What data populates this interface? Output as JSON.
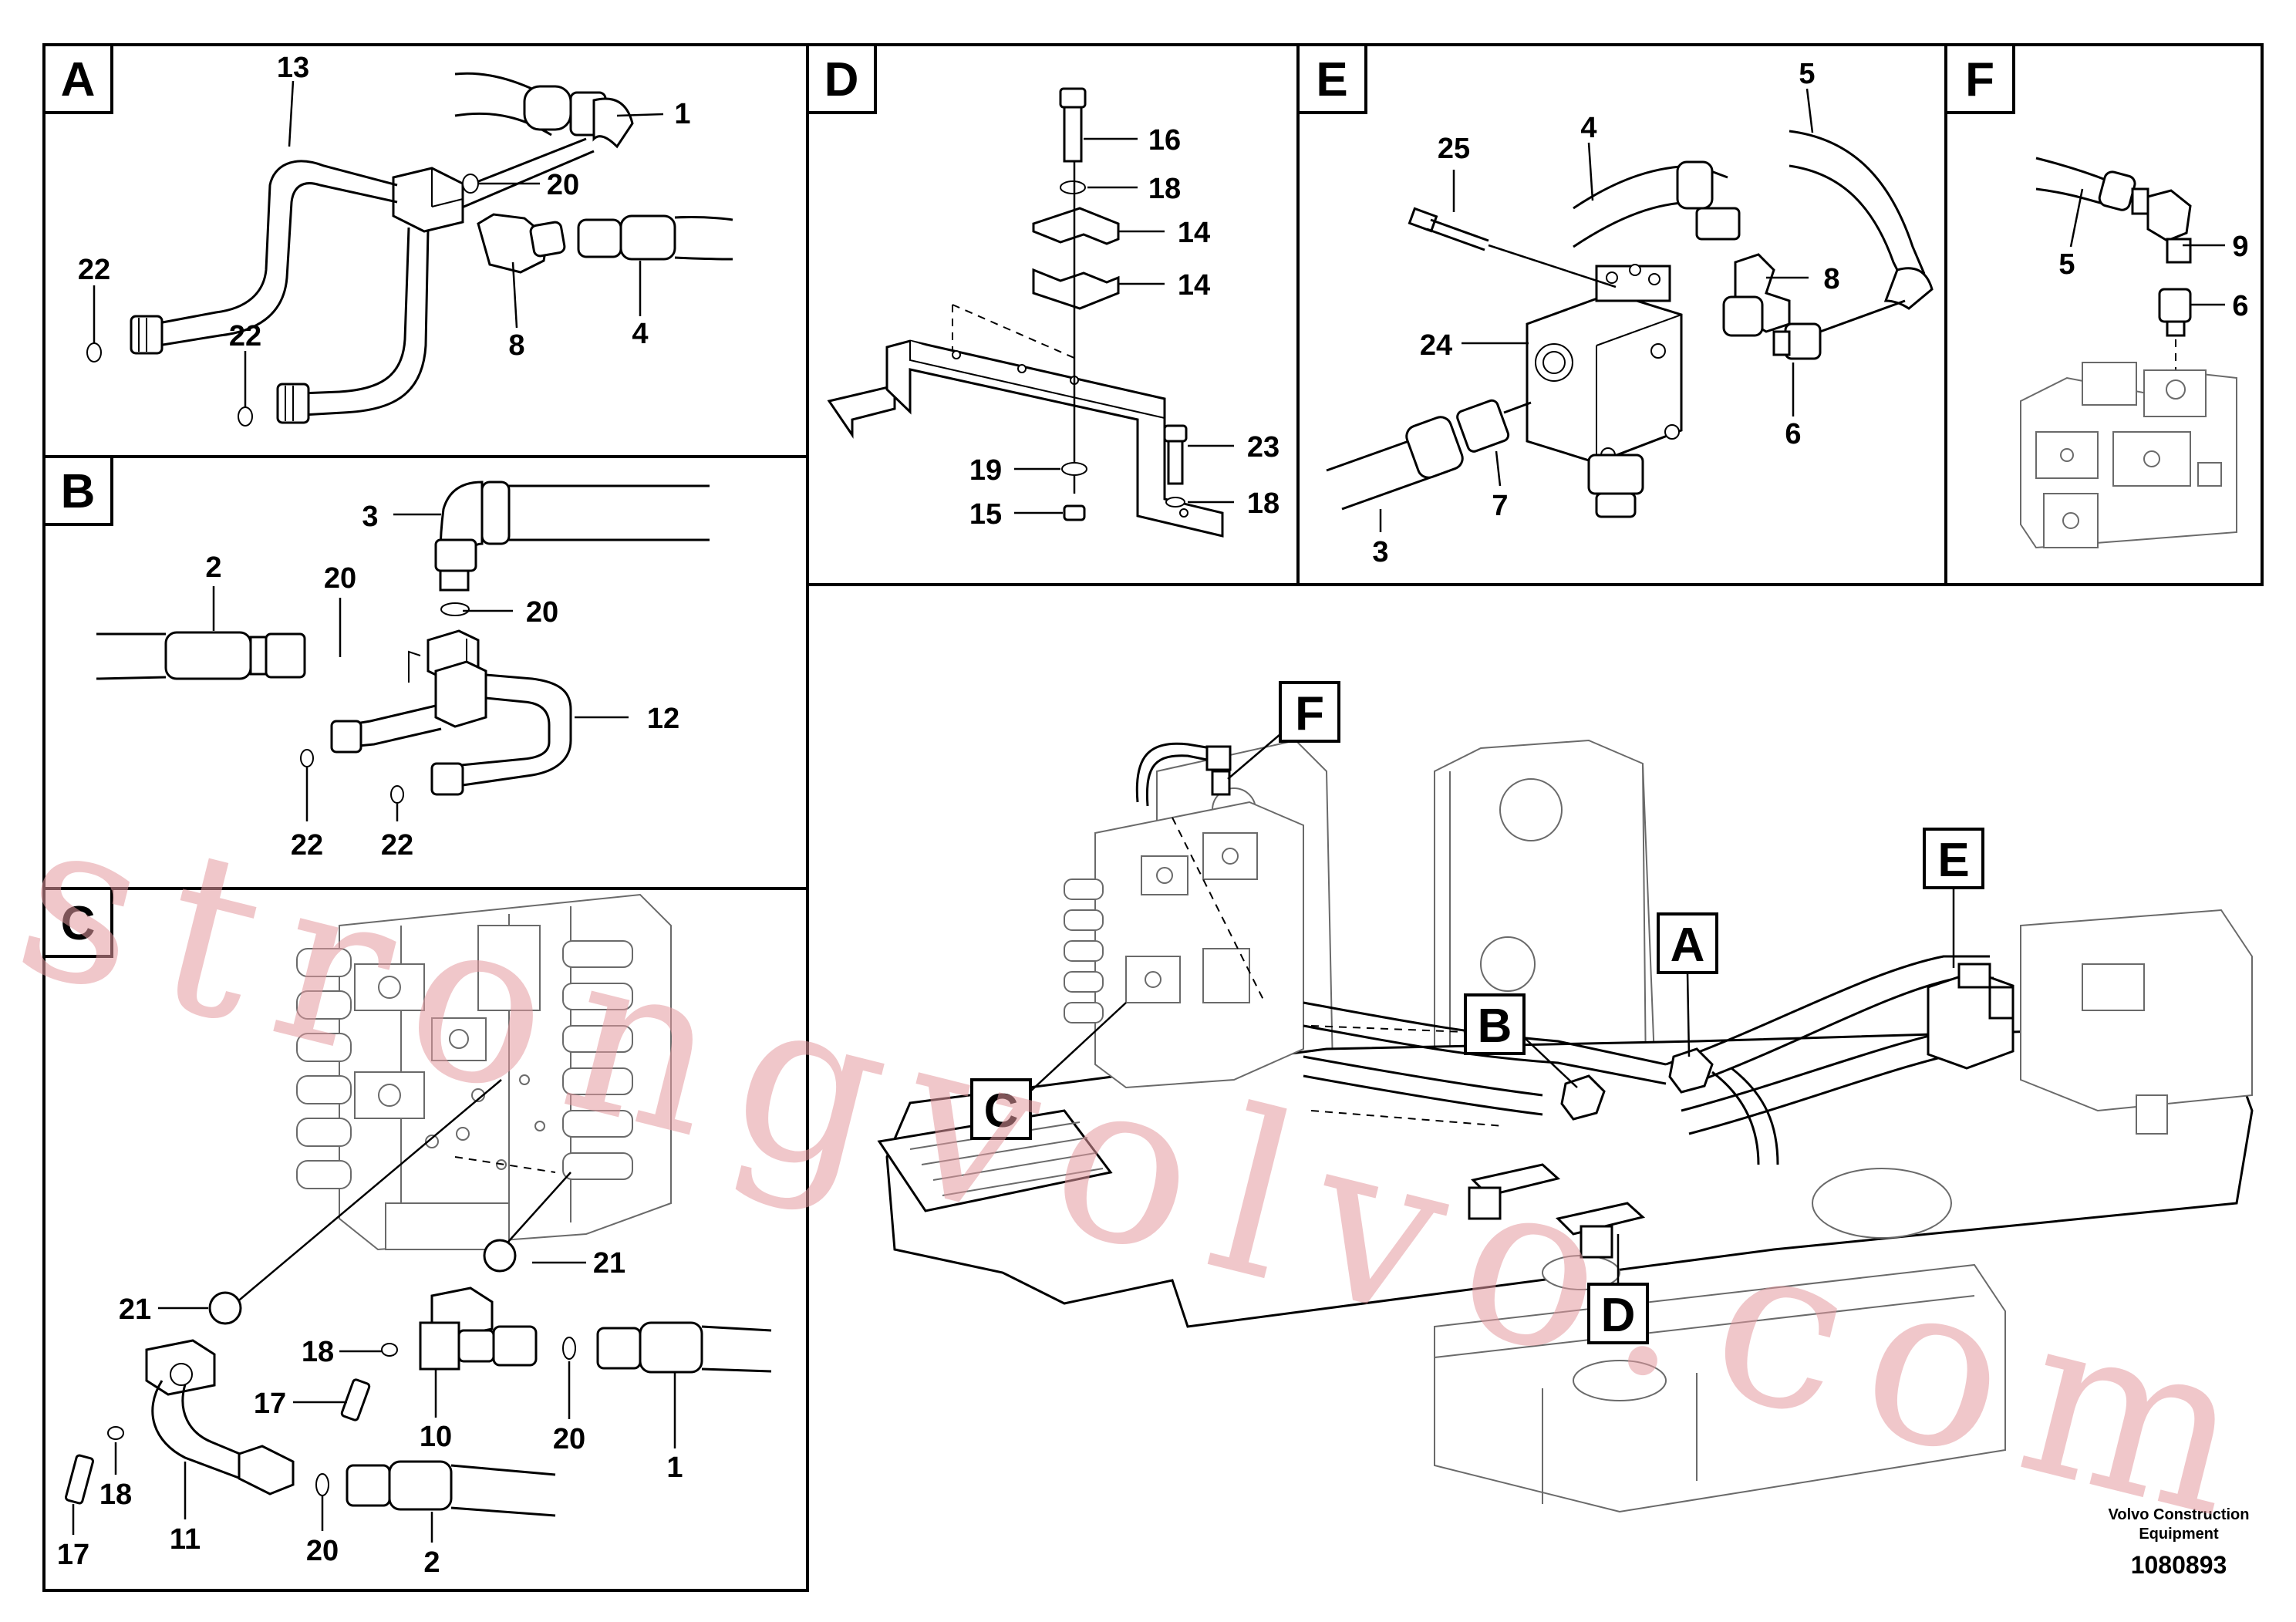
{
  "panels": {
    "A": {
      "tag": "A",
      "callouts": {
        "c13": "13",
        "c1": "1",
        "c20": "20",
        "c22a": "22",
        "c22b": "22",
        "c8": "8",
        "c4": "4"
      }
    },
    "B": {
      "tag": "B",
      "callouts": {
        "c3": "3",
        "c2": "2",
        "c20a": "20",
        "c20b": "20",
        "c12": "12",
        "c22a": "22",
        "c22b": "22"
      }
    },
    "C": {
      "tag": "C",
      "callouts": {
        "c21a": "21",
        "c21b": "21",
        "c18a": "18",
        "c17a": "17",
        "c10": "10",
        "c20a": "20",
        "c1": "1",
        "c17b": "17",
        "c18b": "18",
        "c11": "11",
        "c20b": "20",
        "c2": "2"
      }
    },
    "D": {
      "tag": "D",
      "callouts": {
        "c16": "16",
        "c18a": "18",
        "c14a": "14",
        "c14b": "14",
        "c23": "23",
        "c19": "19",
        "c18b": "18",
        "c15": "15"
      }
    },
    "E": {
      "tag": "E",
      "callouts": {
        "c5": "5",
        "c4": "4",
        "c25": "25",
        "c8": "8",
        "c24": "24",
        "c6": "6",
        "c3": "3",
        "c7": "7"
      }
    },
    "F": {
      "tag": "F",
      "callouts": {
        "c5": "5",
        "c9": "9",
        "c6": "6"
      }
    }
  },
  "overview": {
    "tags": {
      "F": "F",
      "E": "E",
      "A": "A",
      "B": "B",
      "C": "C",
      "D": "D"
    }
  },
  "footer": {
    "line1": "Volvo Construction",
    "line2": "Equipment",
    "code": "1080893"
  },
  "watermark": "strongvolvo.com"
}
